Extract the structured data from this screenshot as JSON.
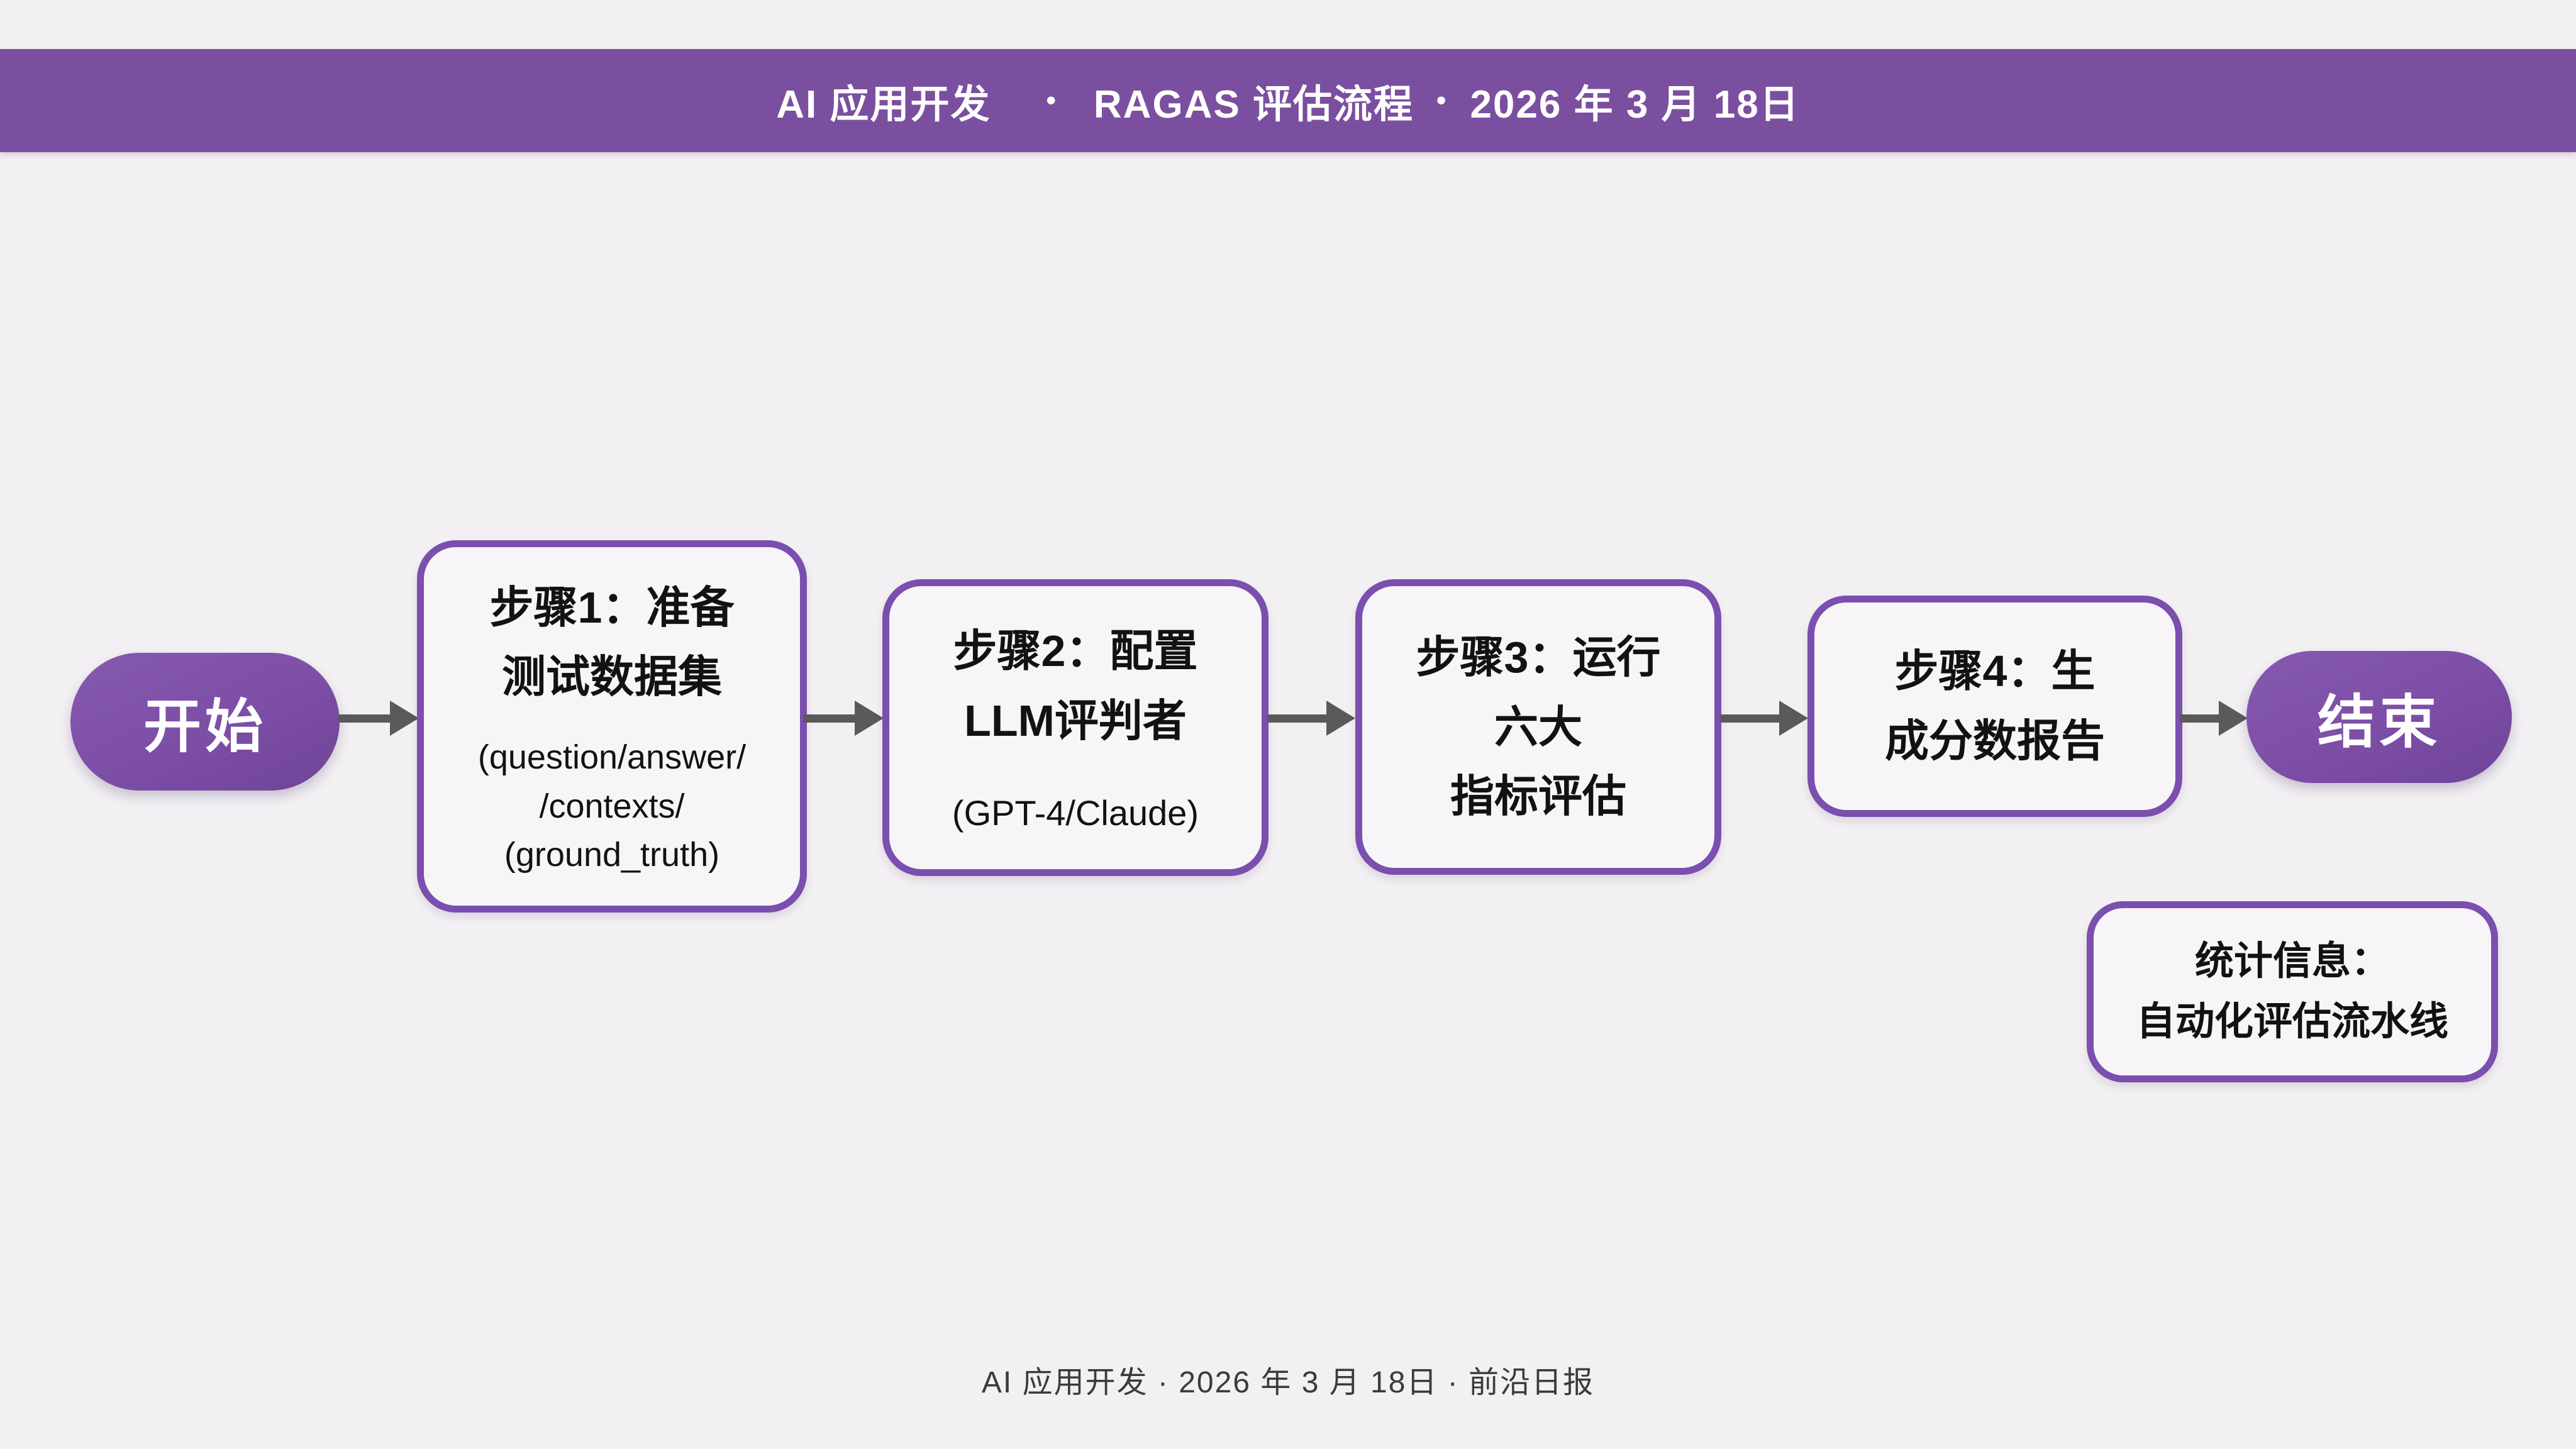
{
  "colors": {
    "background": "#f2f0f2",
    "header_bg": "#7b4f9f",
    "node_fill": "#7c4ea6",
    "node_fill_dark": "#6f4497",
    "box_border": "#7a4fae",
    "box_fill": "#f7f5f8",
    "arrow": "#5a5a5a",
    "title_text": "#ffffff",
    "body_text": "#121212",
    "footer_text": "#3b3b3b"
  },
  "header": {
    "segments": [
      "AI 应用开发",
      "RAGAS 评估流程",
      "2026 年 3 月 18日"
    ],
    "separator": "•"
  },
  "flow": {
    "start_label": "开始",
    "end_label": "结束",
    "steps": [
      {
        "title_line1": "步骤1：准备",
        "title_line2": "测试数据集",
        "sub_line1": "(question/answer/",
        "sub_line2": "/contexts/",
        "sub_line3": "(ground_truth)"
      },
      {
        "title_line1": "步骤2：配置",
        "title_line2": "LLM评判者",
        "sub_line1": "(GPT-4/Claude)"
      },
      {
        "title_line1": "步骤3：运行",
        "title_line2": "六大",
        "title_line3": "指标评估"
      },
      {
        "title_line1": "步骤4：生",
        "title_line2": "成分数报告"
      }
    ]
  },
  "stats": {
    "line1": "统计信息：",
    "line2": "自动化评估流水线"
  },
  "footer": {
    "text": "AI 应用开发 · 2026 年 3 月 18日 · 前沿日报"
  }
}
